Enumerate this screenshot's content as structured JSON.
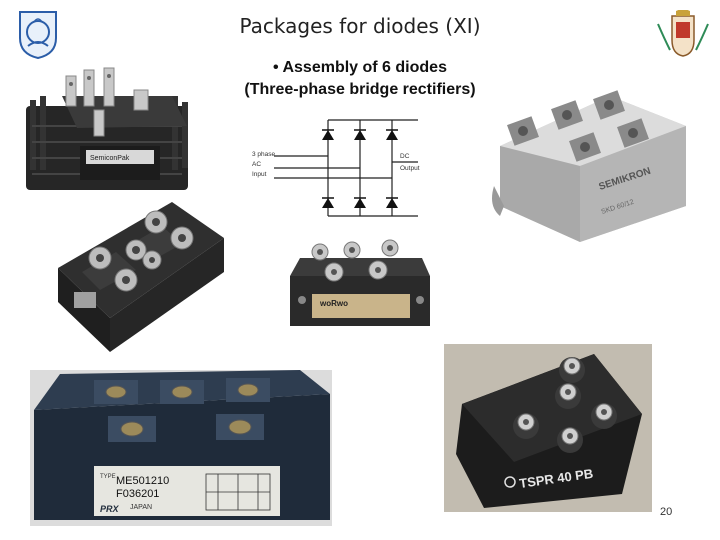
{
  "slide": {
    "title": "Packages for diodes (XI)",
    "bullet_line1": "• Assembly of 6 diodes",
    "bullet_line2": "(Three-phase bridge rectifiers)",
    "page_number": "20"
  },
  "diagram": {
    "input_label": [
      "3 phase",
      "AC",
      "Input"
    ],
    "output_label": [
      "DC",
      "Output"
    ]
  },
  "modules": {
    "top_left_brand": "SemiconPak",
    "top_right_brand": "SEMIKRON",
    "top_right_model": "SKD 60/12",
    "middle_brand": "woRwo",
    "bottom_left_line0": "TYPE",
    "bottom_left_line1": "ME501210",
    "bottom_left_line2": "F036201",
    "bottom_left_line3": "JAPAN",
    "bottom_left_brand": "PRX",
    "bottom_right_model": "TSPR 40 PB"
  }
}
